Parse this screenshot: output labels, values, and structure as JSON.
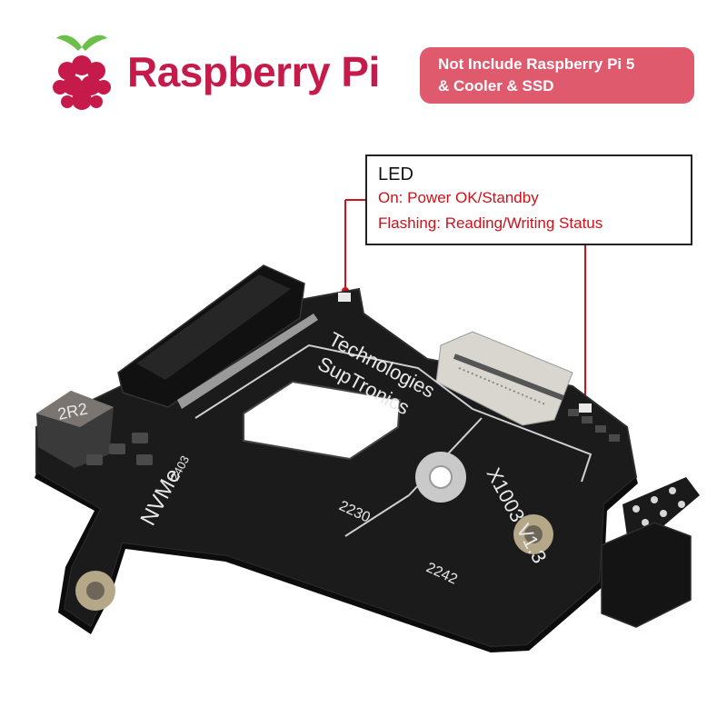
{
  "brand": {
    "name": "Raspberry Pi",
    "accent": "#c51a4a"
  },
  "notice": {
    "line1": "Not Include Raspberry Pi 5",
    "line2": "& Cooler & SSD",
    "color": "#e05a6e"
  },
  "callout": {
    "title": "LED",
    "line1": "On: Power OK/Standby",
    "line2": "Flashing: Reading/Writing Status",
    "text_color": "#d0101a"
  },
  "board": {
    "silk_brand": "SupTronics",
    "silk_brand2": "Technologies",
    "model": "X1003 V1.3",
    "label_nvme": "NVMe",
    "size_2230": "2230",
    "size_2242": "2242",
    "inductor": "2R2",
    "date_code": "2403",
    "color": "#1b1b1b"
  }
}
